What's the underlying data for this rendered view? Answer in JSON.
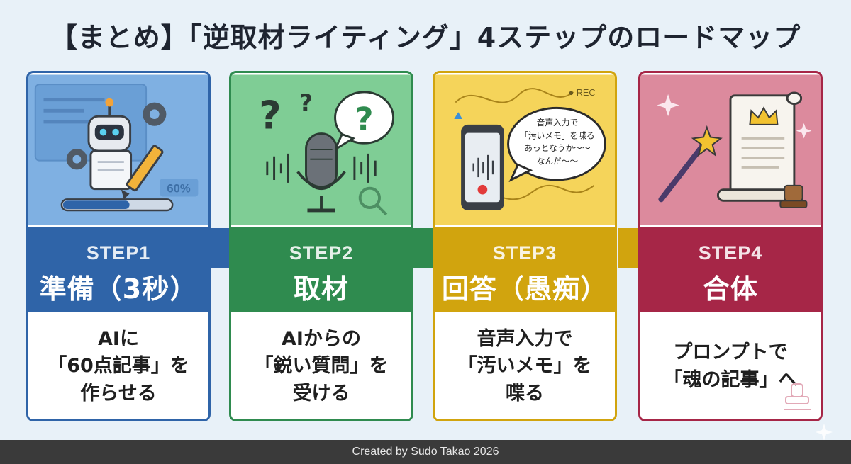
{
  "title": "【まとめ】「逆取材ライティング」4ステップのロードマップ",
  "steps": [
    {
      "label": "STEP1",
      "name": "準備（3秒）",
      "description": "AIに\n「60点記事」を\n作らせる",
      "progress_text": "60%",
      "color": "#2f64a8",
      "bg": "#7fb0e2",
      "border": "#2f64a8"
    },
    {
      "label": "STEP2",
      "name": "取材",
      "description": "AIからの\n「鋭い質問」を\n受ける",
      "color": "#2f8b4f",
      "bg": "#7fcd95",
      "border": "#2f8b4f"
    },
    {
      "label": "STEP3",
      "name": "回答（愚痴）",
      "description": "音声入力で\n「汚いメモ」を\n喋る",
      "rec_text": "● REC",
      "bubble_text": "音声入力で\n「汚いメモ」を喋る\nあっとなうか～～\nなんだ～～",
      "color": "#d1a40e",
      "bg": "#f5d45a",
      "border": "#d1a40e"
    },
    {
      "label": "STEP4",
      "name": "合体",
      "description": "プロンプトで\n「魂の記事」へ",
      "color": "#a62647",
      "bg": "#dc8a9d",
      "border": "#a62647"
    }
  ],
  "footer": "Created by Sudo Takao 2026"
}
